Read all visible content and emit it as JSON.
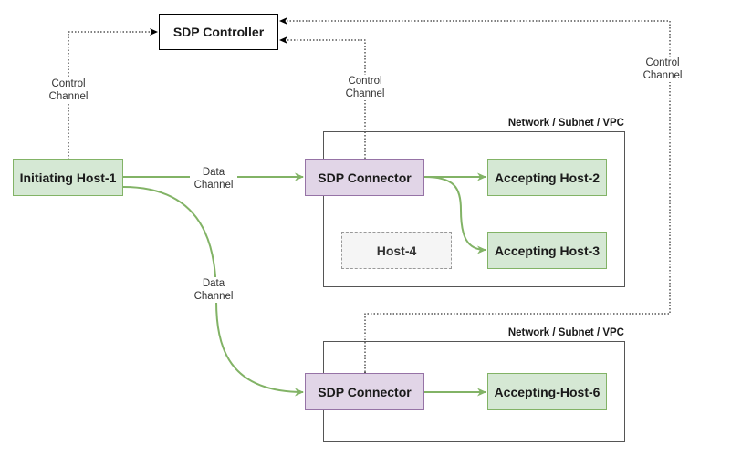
{
  "nodes": {
    "controller": "SDP Controller",
    "initiating_host": "Initiating Host-1",
    "connector_1": "SDP Connector",
    "connector_2": "SDP Connector",
    "accepting_host_2": "Accepting Host-2",
    "accepting_host_3": "Accepting Host-3",
    "host_4": "Host-4",
    "accepting_host_6": "Accepting-Host-6"
  },
  "regions": {
    "network_1": "Network / Subnet / VPC",
    "network_2": "Network / Subnet / VPC"
  },
  "edge_labels": {
    "control_left": [
      "Control",
      "Channel"
    ],
    "control_middle": [
      "Control",
      "Channel"
    ],
    "control_right": [
      "Control",
      "Channel"
    ],
    "data_top": [
      "Data",
      "Channel"
    ],
    "data_bottom": [
      "Data",
      "Channel"
    ]
  },
  "colors": {
    "data_edge": "#82b366",
    "control_edge": "#000000",
    "host_fill": "#d5e8d4",
    "host_stroke": "#82b366",
    "connector_fill": "#e1d5e7",
    "connector_stroke": "#9673a6"
  }
}
